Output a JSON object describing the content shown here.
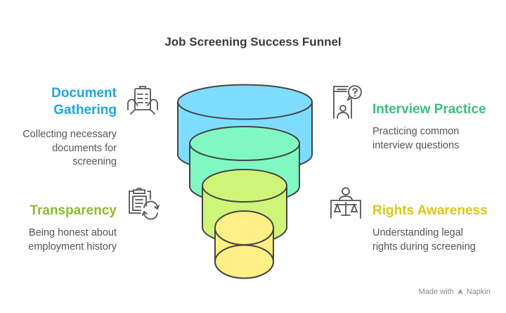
{
  "title": "Job Screening Success Funnel",
  "colors": {
    "blue": "#1EA7DA",
    "green": "#3BC07C",
    "lime": "#8CBD2E",
    "yellow": "#DCC41A"
  },
  "items": [
    {
      "heading_lines": [
        "Document",
        "Gathering"
      ],
      "description_lines": [
        "Collecting necessary",
        "documents for",
        "screening"
      ],
      "icon": "document-in-hands-icon"
    },
    {
      "heading_lines": [
        "Interview Practice"
      ],
      "description_lines": [
        "Practicing common",
        "interview questions"
      ],
      "icon": "interview-question-icon"
    },
    {
      "heading_lines": [
        "Transparency"
      ],
      "description_lines": [
        "Being honest about",
        "employment history"
      ],
      "icon": "clipboard-refresh-icon"
    },
    {
      "heading_lines": [
        "Rights Awareness"
      ],
      "description_lines": [
        "Understanding legal",
        "rights during screening"
      ],
      "icon": "legal-scales-icon"
    }
  ],
  "credit": {
    "prefix": "Made with",
    "brand": "Napkin"
  }
}
